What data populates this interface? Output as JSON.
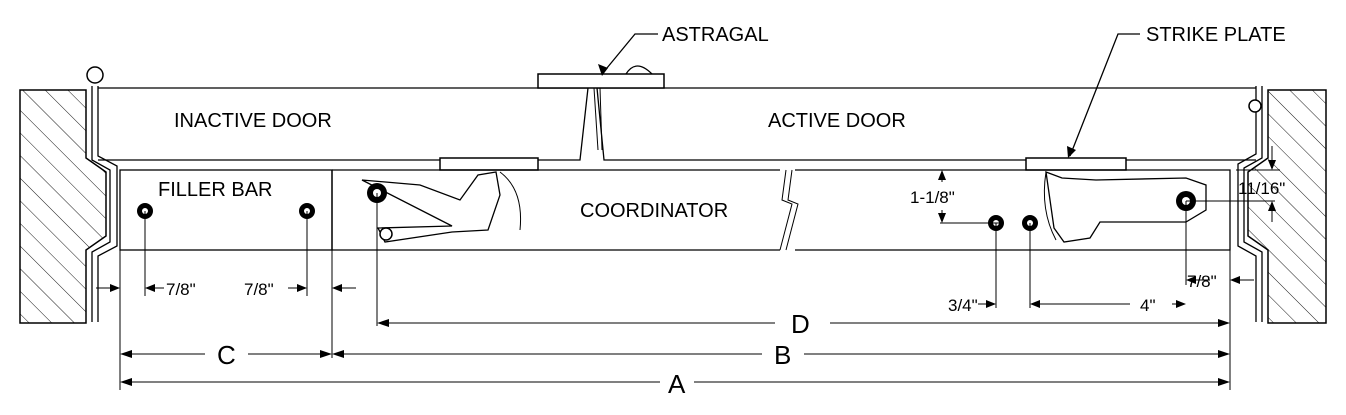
{
  "labels": {
    "astragal": "ASTRAGAL",
    "strike_plate": "STRIKE PLATE",
    "inactive_door": "INACTIVE DOOR",
    "active_door": "ACTIVE DOOR",
    "filler_bar": "FILLER BAR",
    "coordinator": "COORDINATOR"
  },
  "dimensions": {
    "one_one_eighth": "1-1/8\"",
    "eleven_sixteenths": "11/16\"",
    "filler_left_offset": "7/8\"",
    "filler_right_offset": "7/8\"",
    "right_offset": "7/8\"",
    "three_quarters": "3/4\"",
    "four": "4\"",
    "d": "D",
    "c": "C",
    "b": "B",
    "a": "A"
  }
}
